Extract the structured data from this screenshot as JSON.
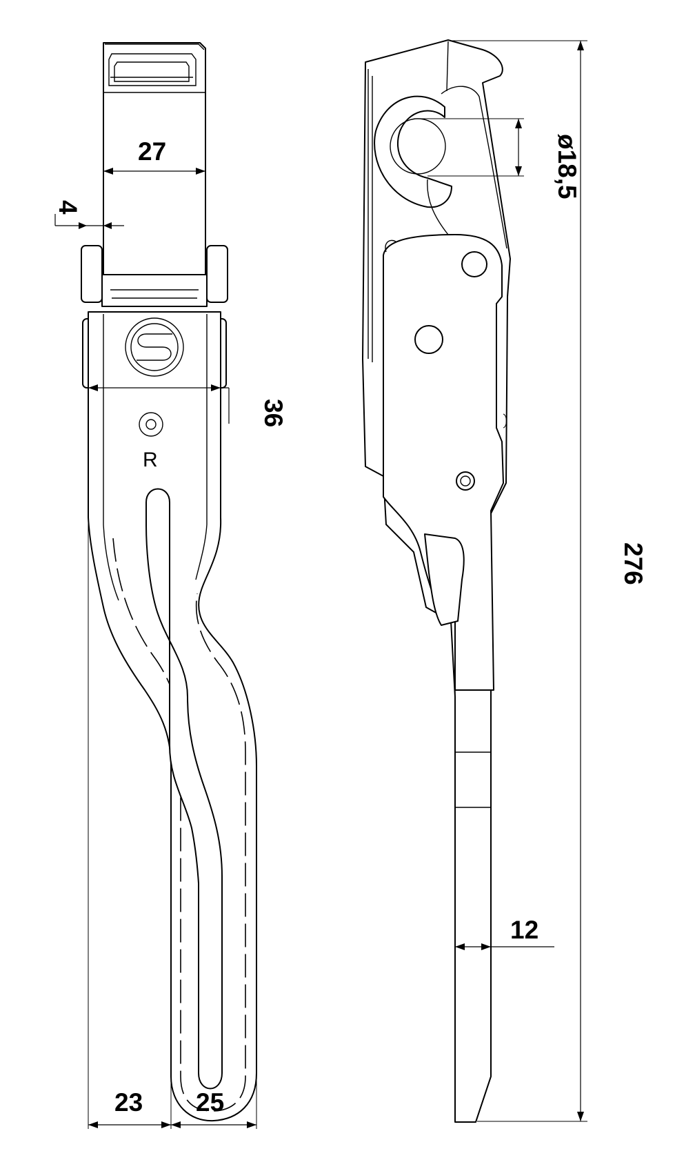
{
  "drawing": {
    "side_mark": "R",
    "dimensions": {
      "mount_width": "27",
      "offset": "4",
      "body_width": "36",
      "lower_left": "23",
      "lower_right": "25",
      "bore_diameter": "ø18,5",
      "total_length": "276",
      "blade_thickness": "12"
    },
    "logo": "S",
    "colors": {
      "line": "#000000",
      "background": "#ffffff"
    }
  }
}
